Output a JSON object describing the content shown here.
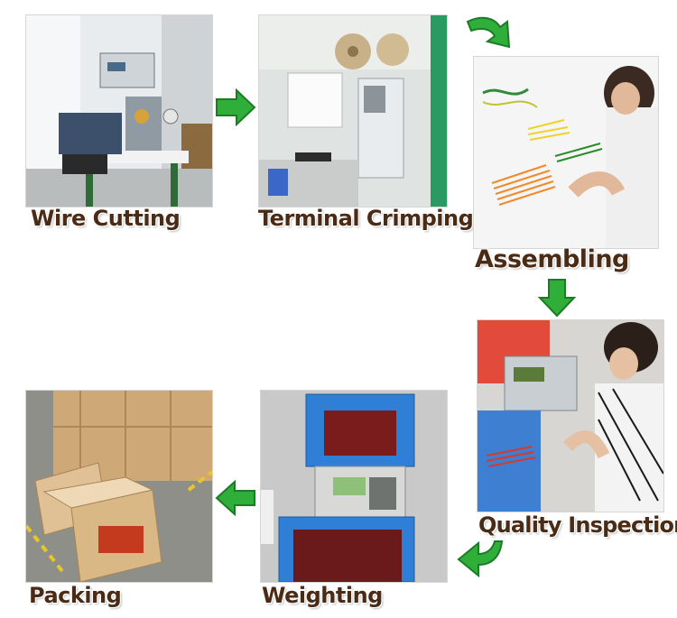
{
  "steps": [
    {
      "label": "Wire Cutting"
    },
    {
      "label": "Terminal Crimping"
    },
    {
      "label": "Assembling"
    },
    {
      "label": "Quality Inspection"
    },
    {
      "label": "Weighting"
    },
    {
      "label": "Packing"
    }
  ],
  "colors": {
    "caption_text": "#4a2b16",
    "arrow_green": "#2fae3a",
    "arrow_dark": "#1d7a27"
  }
}
